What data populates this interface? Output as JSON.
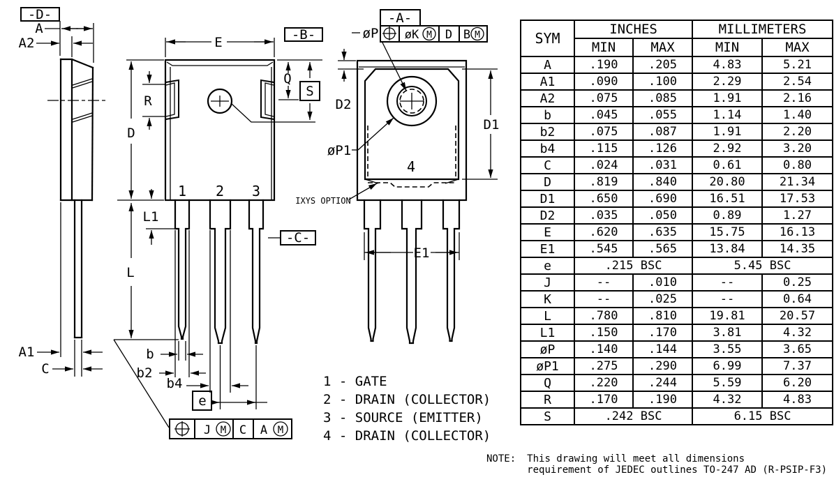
{
  "drawing": {
    "datums": {
      "d": "-D-",
      "b": "-B-",
      "c": "-C-",
      "a": "-A-"
    },
    "dims": {
      "a": "A",
      "a1": "A1",
      "a2": "A2",
      "c": "C",
      "d": "D",
      "e": "E",
      "q": "Q",
      "s": "S",
      "r": "R",
      "l": "L",
      "l1": "L1",
      "b": "b",
      "b2": "b2",
      "b4": "b4",
      "e_pitch": "e",
      "d1": "D1",
      "d2": "D2",
      "e1": "E1",
      "phi_p": "øP",
      "phi_p1": "øP1"
    },
    "pins": {
      "p1": "1",
      "p2": "2",
      "p3": "3",
      "p4": "4"
    },
    "fcf_top": {
      "tol": "øK",
      "mod": "M",
      "datum1": "D",
      "datum2": "B",
      "mod2": "M"
    },
    "fcf_bottom": {
      "tol": "J",
      "mod": "M",
      "datum1": "C",
      "datum2": "A",
      "mod2": "M"
    },
    "ixys_option": "IXYS OPTION"
  },
  "legend": {
    "items": [
      "1 - GATE",
      "2 - DRAIN (COLLECTOR)",
      "3 - SOURCE (EMITTER)",
      "4 - DRAIN (COLLECTOR)"
    ]
  },
  "note": {
    "label": "NOTE:",
    "line1": "This drawing will meet all dimensions",
    "line2": "requirement of JEDEC outlines TO-247 AD (R-PSIP-F3)"
  },
  "table": {
    "col_sym": "SYM",
    "group_inches": "INCHES",
    "group_mm": "MILLIMETERS",
    "col_min": "MIN",
    "col_max": "MAX",
    "rows": [
      {
        "sym": "A",
        "in_min": ".190",
        "in_max": ".205",
        "mm_min": "4.83",
        "mm_max": "5.21"
      },
      {
        "sym": "A1",
        "in_min": ".090",
        "in_max": ".100",
        "mm_min": "2.29",
        "mm_max": "2.54"
      },
      {
        "sym": "A2",
        "in_min": ".075",
        "in_max": ".085",
        "mm_min": "1.91",
        "mm_max": "2.16"
      },
      {
        "sym": "b",
        "in_min": ".045",
        "in_max": ".055",
        "mm_min": "1.14",
        "mm_max": "1.40"
      },
      {
        "sym": "b2",
        "in_min": ".075",
        "in_max": ".087",
        "mm_min": "1.91",
        "mm_max": "2.20"
      },
      {
        "sym": "b4",
        "in_min": ".115",
        "in_max": ".126",
        "mm_min": "2.92",
        "mm_max": "3.20"
      },
      {
        "sym": "C",
        "in_min": ".024",
        "in_max": ".031",
        "mm_min": "0.61",
        "mm_max": "0.80"
      },
      {
        "sym": "D",
        "in_min": ".819",
        "in_max": ".840",
        "mm_min": "20.80",
        "mm_max": "21.34"
      },
      {
        "sym": "D1",
        "in_min": ".650",
        "in_max": ".690",
        "mm_min": "16.51",
        "mm_max": "17.53"
      },
      {
        "sym": "D2",
        "in_min": ".035",
        "in_max": ".050",
        "mm_min": "0.89",
        "mm_max": "1.27"
      },
      {
        "sym": "E",
        "in_min": ".620",
        "in_max": ".635",
        "mm_min": "15.75",
        "mm_max": "16.13"
      },
      {
        "sym": "E1",
        "in_min": ".545",
        "in_max": ".565",
        "mm_min": "13.84",
        "mm_max": "14.35"
      },
      {
        "sym": "e",
        "in_span": ".215 BSC",
        "mm_span": "5.45 BSC"
      },
      {
        "sym": "J",
        "in_min": "--",
        "in_max": ".010",
        "mm_min": "--",
        "mm_max": "0.25"
      },
      {
        "sym": "K",
        "in_min": "--",
        "in_max": ".025",
        "mm_min": "--",
        "mm_max": "0.64"
      },
      {
        "sym": "L",
        "in_min": ".780",
        "in_max": ".810",
        "mm_min": "19.81",
        "mm_max": "20.57"
      },
      {
        "sym": "L1",
        "in_min": ".150",
        "in_max": ".170",
        "mm_min": "3.81",
        "mm_max": "4.32"
      },
      {
        "sym": "øP",
        "in_min": ".140",
        "in_max": ".144",
        "mm_min": "3.55",
        "mm_max": "3.65"
      },
      {
        "sym": "øP1",
        "in_min": ".275",
        "in_max": ".290",
        "mm_min": "6.99",
        "mm_max": "7.37"
      },
      {
        "sym": "Q",
        "in_min": ".220",
        "in_max": ".244",
        "mm_min": "5.59",
        "mm_max": "6.20"
      },
      {
        "sym": "R",
        "in_min": ".170",
        "in_max": ".190",
        "mm_min": "4.32",
        "mm_max": "4.83"
      },
      {
        "sym": "S",
        "in_span": ".242 BSC",
        "mm_span": "6.15 BSC"
      }
    ]
  }
}
